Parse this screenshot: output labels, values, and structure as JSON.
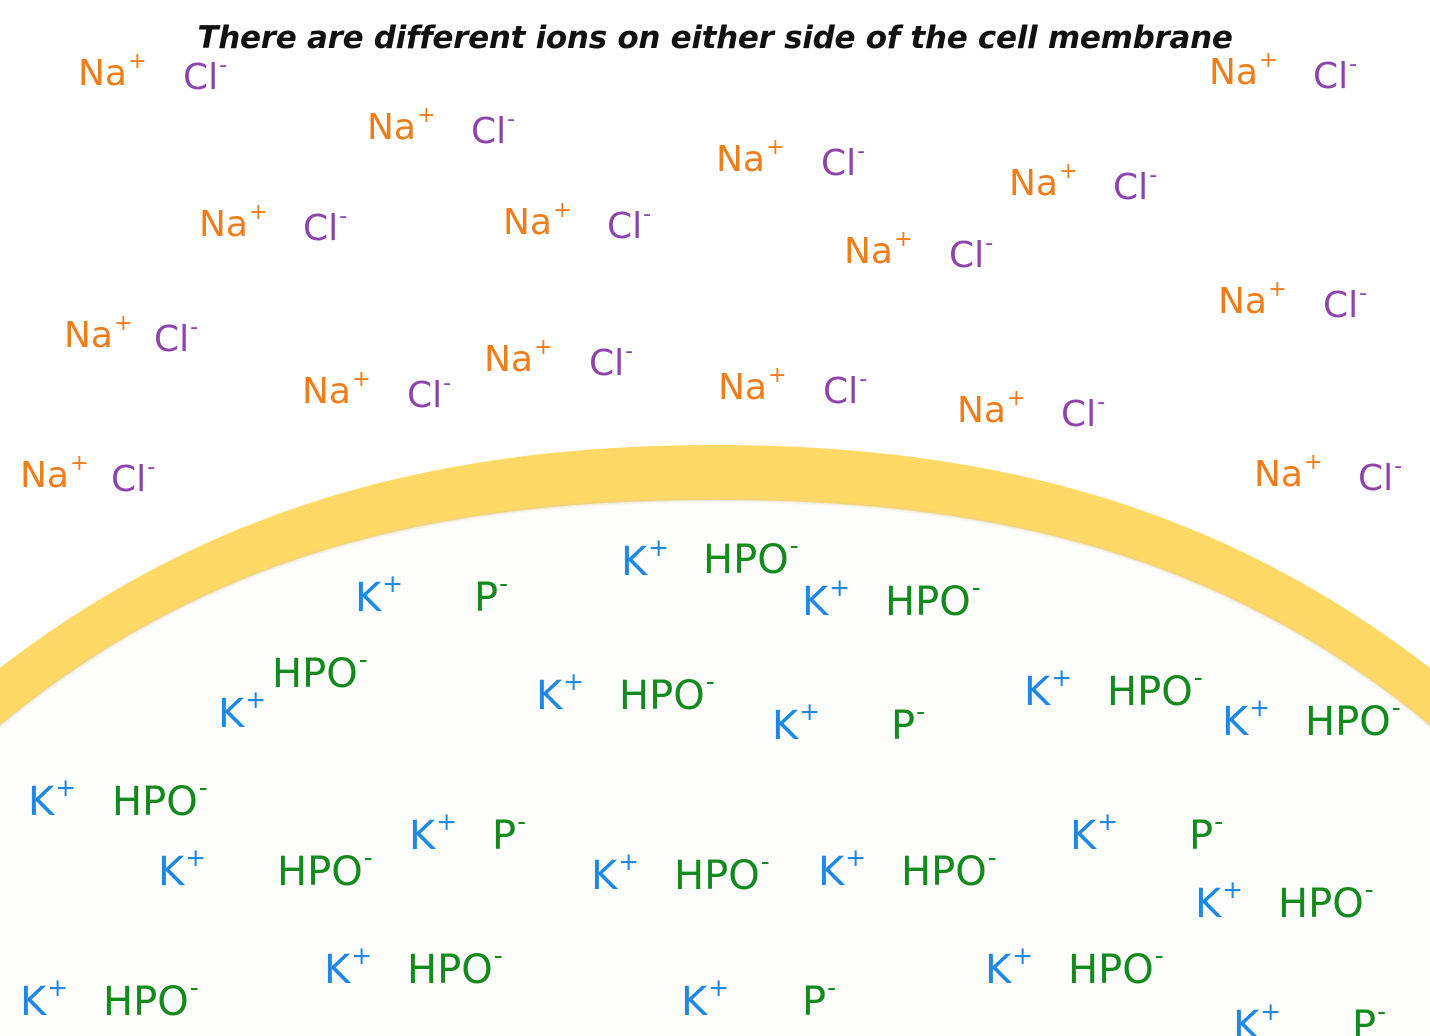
{
  "title": "There are different ions on either side of the cell membrane",
  "colors": {
    "sodium": "#F07D1A",
    "chloride": "#8E44AD",
    "potassium": "#1E88E5",
    "phosphate": "#138A1E",
    "membrane": "#FFD966",
    "cytoplasm": "#FDFDFB"
  },
  "outside_ions": [
    {
      "base": "Na",
      "charge": "+",
      "kind": "sodium"
    },
    {
      "base": "Cl",
      "charge": "-",
      "kind": "chloride"
    },
    {
      "base": "Na",
      "charge": "+",
      "kind": "sodium"
    },
    {
      "base": "Cl",
      "charge": "-",
      "kind": "chloride"
    },
    {
      "base": "Na",
      "charge": "+",
      "kind": "sodium"
    },
    {
      "base": "Cl",
      "charge": "-",
      "kind": "chloride"
    },
    {
      "base": "Na",
      "charge": "+",
      "kind": "sodium"
    },
    {
      "base": "Cl",
      "charge": "-",
      "kind": "chloride"
    },
    {
      "base": "Na",
      "charge": "+",
      "kind": "sodium"
    },
    {
      "base": "Cl",
      "charge": "-",
      "kind": "chloride"
    },
    {
      "base": "Na",
      "charge": "+",
      "kind": "sodium"
    },
    {
      "base": "Cl",
      "charge": "-",
      "kind": "chloride"
    },
    {
      "base": "Na",
      "charge": "+",
      "kind": "sodium"
    },
    {
      "base": "Cl",
      "charge": "-",
      "kind": "chloride"
    },
    {
      "base": "Na",
      "charge": "+",
      "kind": "sodium"
    },
    {
      "base": "Cl",
      "charge": "-",
      "kind": "chloride"
    },
    {
      "base": "Na",
      "charge": "+",
      "kind": "sodium"
    },
    {
      "base": "Cl",
      "charge": "-",
      "kind": "chloride"
    },
    {
      "base": "Na",
      "charge": "+",
      "kind": "sodium"
    },
    {
      "base": "Cl",
      "charge": "-",
      "kind": "chloride"
    },
    {
      "base": "Na",
      "charge": "+",
      "kind": "sodium"
    },
    {
      "base": "Cl",
      "charge": "-",
      "kind": "chloride"
    },
    {
      "base": "Na",
      "charge": "+",
      "kind": "sodium"
    },
    {
      "base": "Cl",
      "charge": "-",
      "kind": "chloride"
    },
    {
      "base": "Na",
      "charge": "+",
      "kind": "sodium"
    },
    {
      "base": "Cl",
      "charge": "-",
      "kind": "chloride"
    },
    {
      "base": "Na",
      "charge": "+",
      "kind": "sodium"
    },
    {
      "base": "Cl",
      "charge": "-",
      "kind": "chloride"
    },
    {
      "base": "Na",
      "charge": "+",
      "kind": "sodium"
    },
    {
      "base": "Cl",
      "charge": "-",
      "kind": "chloride"
    },
    {
      "base": "Na",
      "charge": "+",
      "kind": "sodium"
    },
    {
      "base": "Cl",
      "charge": "-",
      "kind": "chloride"
    }
  ],
  "inside_ions": [
    {
      "base": "K",
      "charge": "+",
      "kind": "potassium"
    },
    {
      "base": "HPO",
      "charge": "-",
      "kind": "phosphate"
    },
    {
      "base": "K",
      "charge": "+",
      "kind": "potassium"
    },
    {
      "base": "P",
      "charge": "-",
      "kind": "phosphate"
    },
    {
      "base": "K",
      "charge": "+",
      "kind": "potassium"
    },
    {
      "base": "HPO",
      "charge": "-",
      "kind": "phosphate"
    },
    {
      "base": "K",
      "charge": "+",
      "kind": "potassium"
    },
    {
      "base": "HPO",
      "charge": "-",
      "kind": "phosphate"
    },
    {
      "base": "K",
      "charge": "+",
      "kind": "potassium"
    },
    {
      "base": "HPO",
      "charge": "-",
      "kind": "phosphate"
    },
    {
      "base": "K",
      "charge": "+",
      "kind": "potassium"
    },
    {
      "base": "P",
      "charge": "-",
      "kind": "phosphate"
    },
    {
      "base": "K",
      "charge": "+",
      "kind": "potassium"
    },
    {
      "base": "HPO",
      "charge": "-",
      "kind": "phosphate"
    },
    {
      "base": "K",
      "charge": "+",
      "kind": "potassium"
    },
    {
      "base": "HPO",
      "charge": "-",
      "kind": "phosphate"
    },
    {
      "base": "K",
      "charge": "+",
      "kind": "potassium"
    },
    {
      "base": "HPO",
      "charge": "-",
      "kind": "phosphate"
    },
    {
      "base": "K",
      "charge": "+",
      "kind": "potassium"
    },
    {
      "base": "P",
      "charge": "-",
      "kind": "phosphate"
    },
    {
      "base": "K",
      "charge": "+",
      "kind": "potassium"
    },
    {
      "base": "HPO",
      "charge": "-",
      "kind": "phosphate"
    },
    {
      "base": "K",
      "charge": "+",
      "kind": "potassium"
    },
    {
      "base": "HPO",
      "charge": "-",
      "kind": "phosphate"
    },
    {
      "base": "K",
      "charge": "+",
      "kind": "potassium"
    },
    {
      "base": "HPO",
      "charge": "-",
      "kind": "phosphate"
    },
    {
      "base": "K",
      "charge": "+",
      "kind": "potassium"
    },
    {
      "base": "P",
      "charge": "-",
      "kind": "phosphate"
    },
    {
      "base": "K",
      "charge": "+",
      "kind": "potassium"
    },
    {
      "base": "HPO",
      "charge": "-",
      "kind": "phosphate"
    },
    {
      "base": "K",
      "charge": "+",
      "kind": "potassium"
    },
    {
      "base": "HPO",
      "charge": "-",
      "kind": "phosphate"
    },
    {
      "base": "K",
      "charge": "+",
      "kind": "potassium"
    },
    {
      "base": "HPO",
      "charge": "-",
      "kind": "phosphate"
    },
    {
      "base": "K",
      "charge": "+",
      "kind": "potassium"
    },
    {
      "base": "HPO",
      "charge": "-",
      "kind": "phosphate"
    },
    {
      "base": "K",
      "charge": "+",
      "kind": "potassium"
    },
    {
      "base": "P",
      "charge": "-",
      "kind": "phosphate"
    },
    {
      "base": "K",
      "charge": "+",
      "kind": "potassium"
    },
    {
      "base": "P",
      "charge": "-",
      "kind": "phosphate"
    }
  ]
}
